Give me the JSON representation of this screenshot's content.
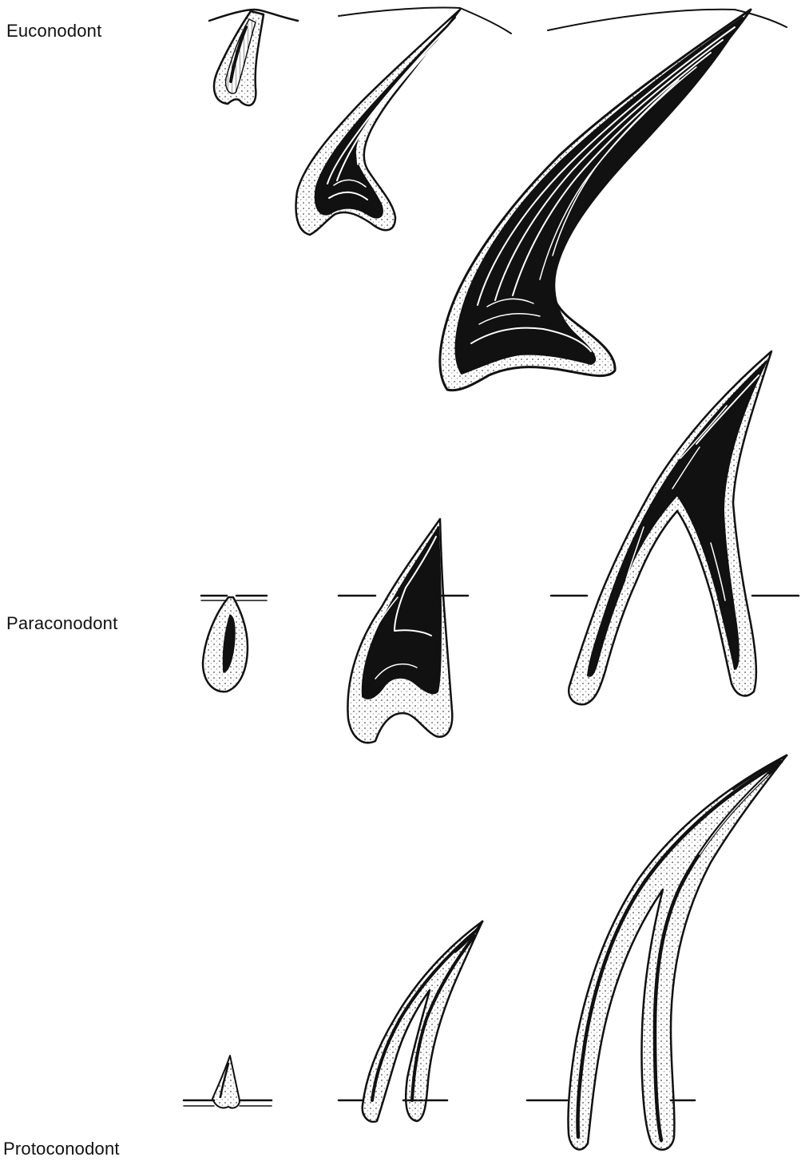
{
  "labels": {
    "euconodont": "Euconodont",
    "paraconodont": "Paraconodont",
    "protoconodont": "Protoconodont"
  },
  "colors": {
    "ink": "#111111",
    "paper": "#ffffff",
    "stipple": "#9a9a9a"
  }
}
